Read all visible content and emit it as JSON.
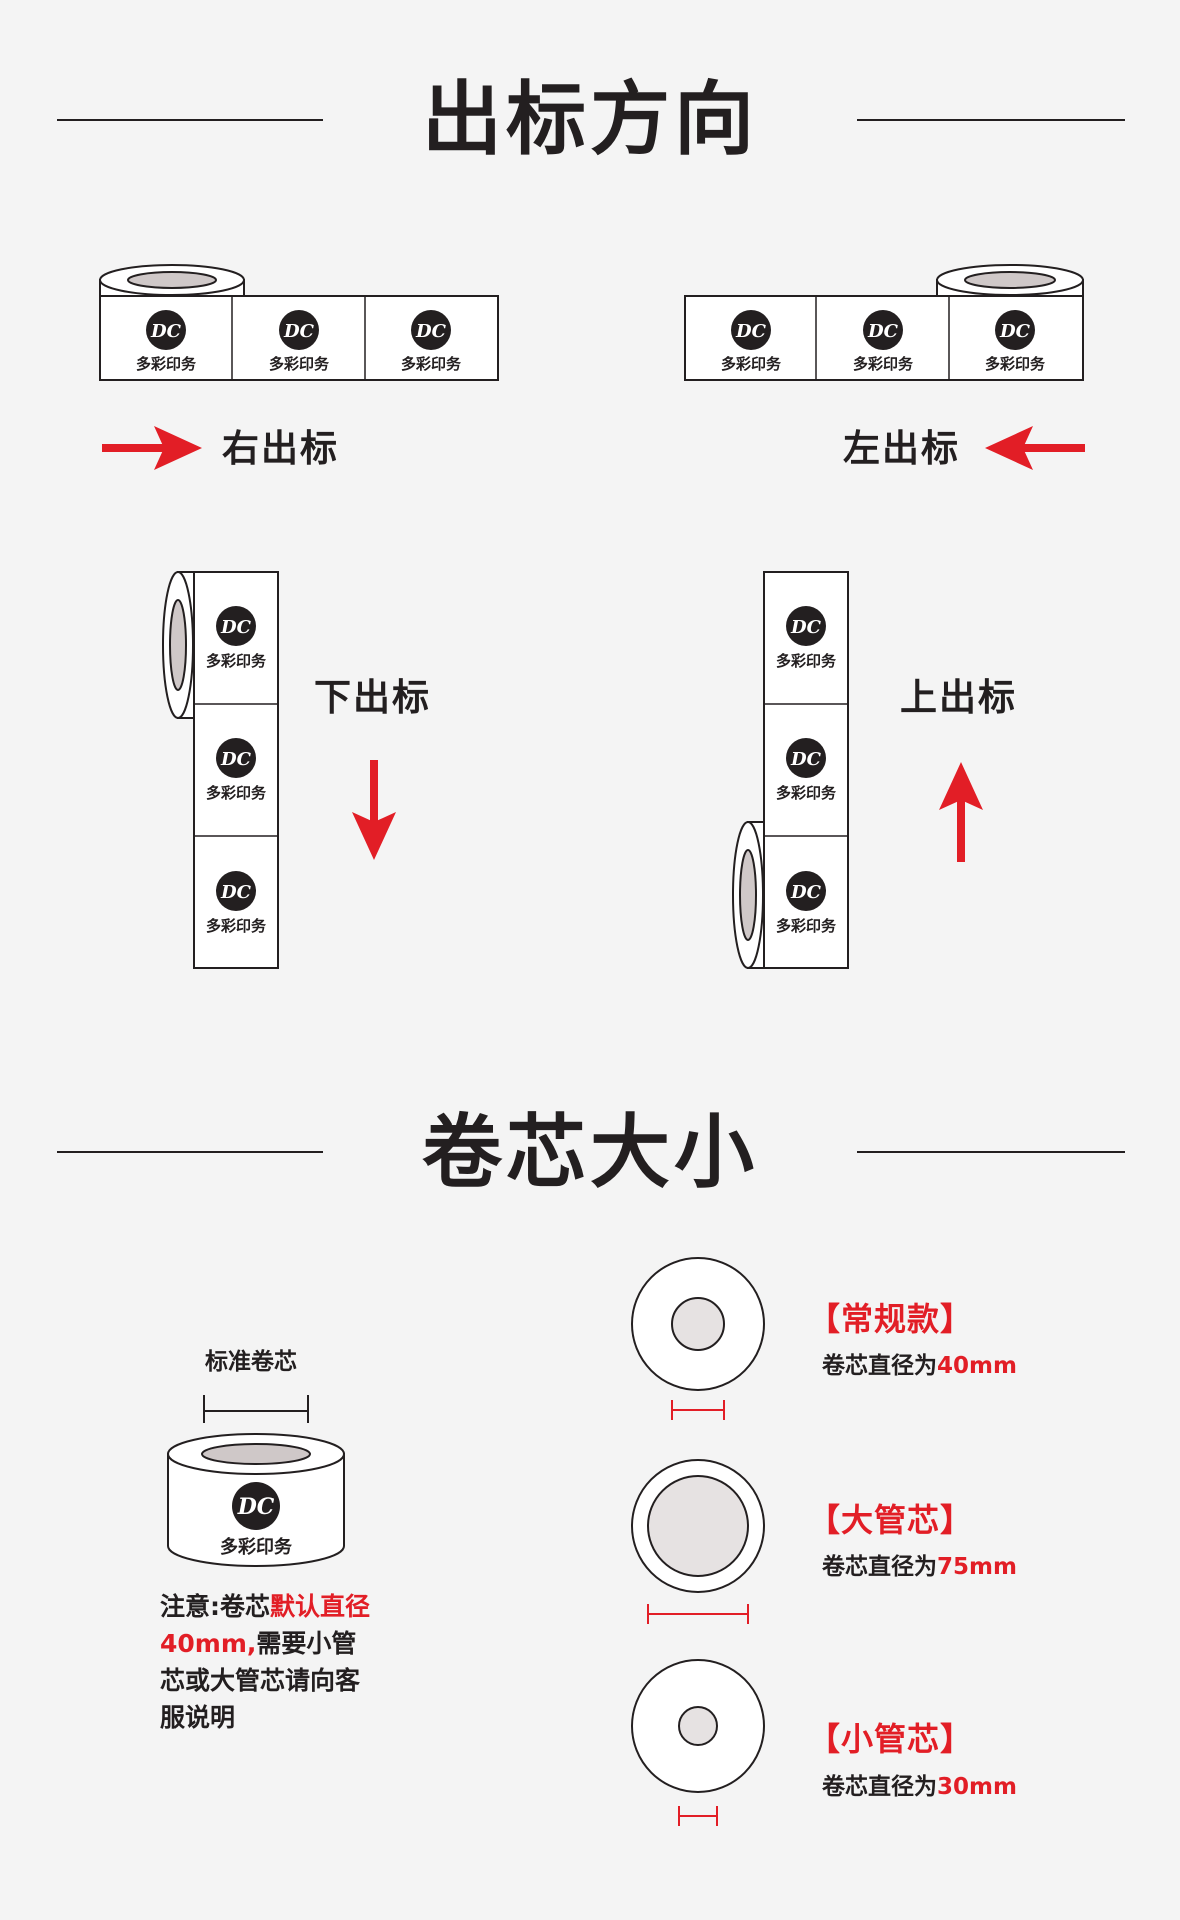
{
  "section1": {
    "title": "出标方向"
  },
  "section2": {
    "title": "卷芯大小"
  },
  "brand": {
    "logo_text": "DC",
    "name": "多彩印务"
  },
  "directions": {
    "right": "右出标",
    "left": "左出标",
    "down": "下出标",
    "up": "上出标"
  },
  "standard": {
    "label": "标准卷芯",
    "note_part1": "注意:卷芯",
    "note_highlight": "默认直径40mm,",
    "note_part2": "需要小管芯或大管芯请向客服说明"
  },
  "cores": [
    {
      "title": "【常规款】",
      "desc": "卷芯直径为",
      "value": "40mm"
    },
    {
      "title": "【大管芯】",
      "desc": "卷芯直径为",
      "value": "75mm"
    },
    {
      "title": "【小管芯】",
      "desc": "卷芯直径为",
      "value": "30mm"
    }
  ],
  "colors": {
    "accent": "#e21e26",
    "ink": "#231f20",
    "core_fill": "#e6e2e2"
  }
}
